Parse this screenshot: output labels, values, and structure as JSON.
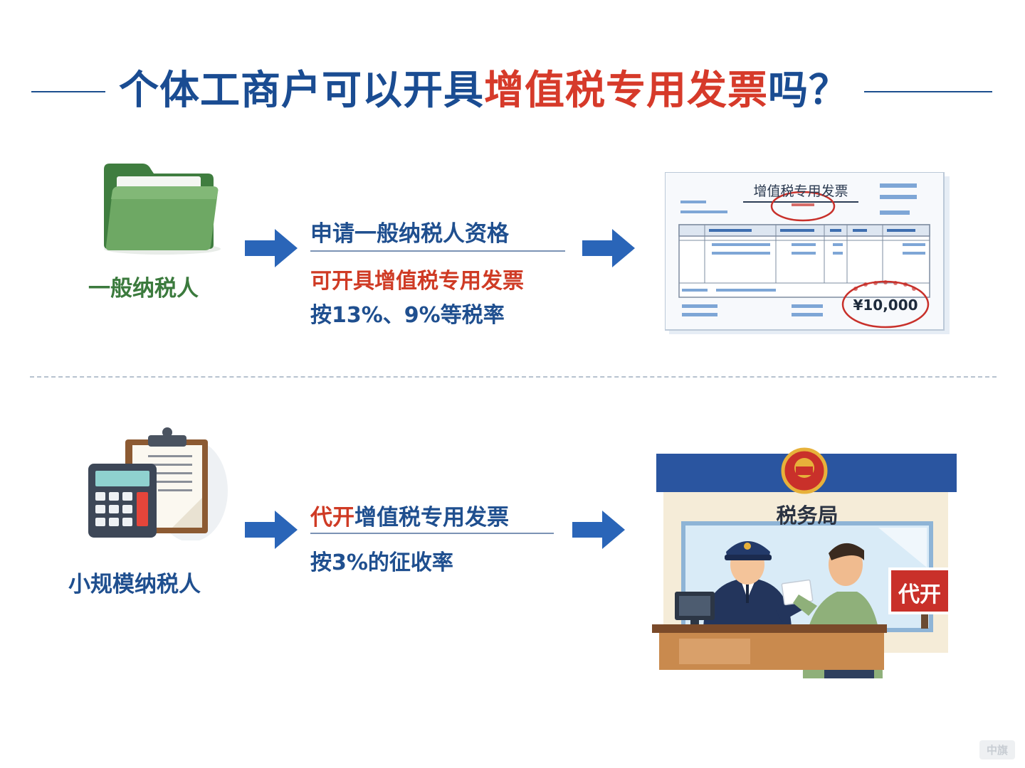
{
  "title": {
    "part1": "个体工商户可以开具",
    "highlight": "增值税专用发票",
    "part2": "吗？"
  },
  "general": {
    "role_label": "一般纳税人",
    "step_title": "申请一般纳税人资格",
    "step_red": "可开具增值税专用发票",
    "step_rate": "按13%、9%等税率"
  },
  "invoice": {
    "heading": "增值税专用发票",
    "amount": "¥10,000"
  },
  "small": {
    "role_label": "小规模纳税人",
    "step_title_red": "代开",
    "step_title_rest": "增值税专用发票",
    "step_rate": "按3%的征收率"
  },
  "tax_office": {
    "name": "税务局",
    "sign": "代开"
  },
  "watermark": "中旗",
  "colors": {
    "title_blue": "#1a4c92",
    "accent_red": "#d63a2a",
    "arrow_blue": "#2a65b8",
    "general_green": "#3b7a3d",
    "small_blue": "#1f4f8f"
  },
  "icons": {
    "general": "folder-icon",
    "small": "calculator-clipboard-icon",
    "arrows": "arrow-right-icon",
    "invoice": "invoice-document-icon",
    "office": "tax-office-counter-illustration"
  }
}
